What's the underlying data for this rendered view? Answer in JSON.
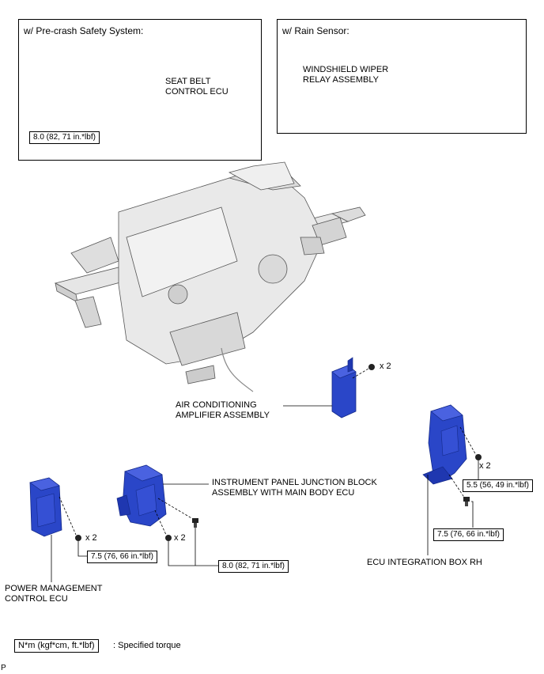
{
  "panels": {
    "precrash": {
      "title": "w/ Pre-crash Safety System:"
    },
    "rain": {
      "title": "w/ Rain Sensor:"
    }
  },
  "labels": {
    "seat_belt_ecu": "SEAT BELT\nCONTROL ECU",
    "wiper_relay": "WINDSHIELD WIPER\nRELAY ASSEMBLY",
    "ac_amplifier": "AIR CONDITIONING\nAMPLIFIER ASSEMBLY",
    "ip_junction": "INSTRUMENT PANEL JUNCTION BLOCK\nASSEMBLY WITH MAIN BODY ECU",
    "power_mgmt": "POWER MANAGEMENT\nCONTROL ECU",
    "ecu_box_rh": "ECU INTEGRATION BOX RH"
  },
  "torques": {
    "seat_belt": "8.0 (82, 71 in.*lbf)",
    "power_mgmt": "7.5 (76, 66 in.*lbf)",
    "ip_junction": "8.0 (82, 71 in.*lbf)",
    "ecu_box_upper": "5.5 (56, 49 in.*lbf)",
    "ecu_box_lower": "7.5 (76, 66 in.*lbf)"
  },
  "quantities": {
    "ac_amp": "x 2",
    "ecu_box": "x 2",
    "power_mgmt": "x 2",
    "ip_junction": "x 2"
  },
  "legend": {
    "unit_box": "N*m (kgf*cm, ft.*lbf)",
    "desc": ": Specified torque"
  },
  "corner_code": "P",
  "colors": {
    "part_blue": "#2a46c8",
    "part_dark": "#142a8a",
    "line": "#000000",
    "assembly_gray": "#d9d9d9"
  }
}
